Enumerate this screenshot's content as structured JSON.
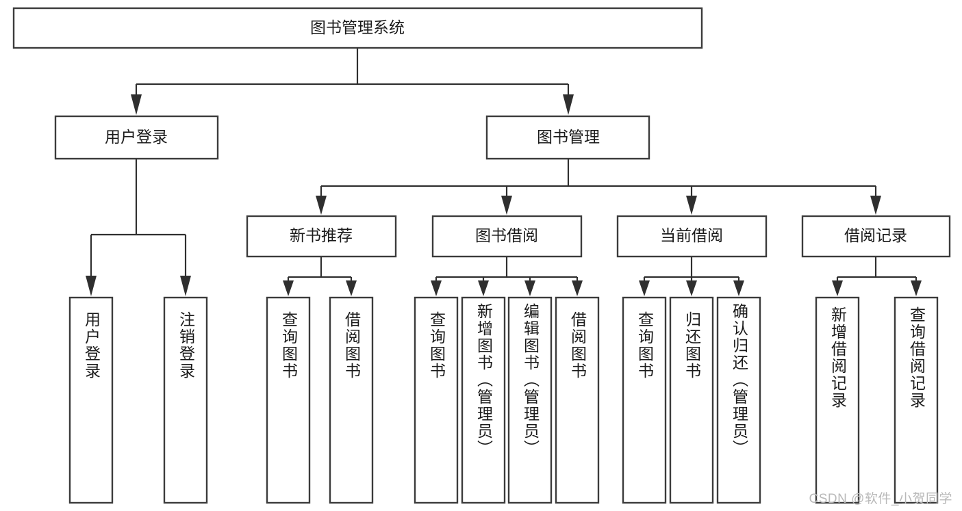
{
  "diagram": {
    "type": "tree-hierarchy",
    "root": {
      "label": "图书管理系统"
    },
    "level2": [
      {
        "label": "用户登录"
      },
      {
        "label": "图书管理"
      }
    ],
    "level3": [
      {
        "label": "新书推荐"
      },
      {
        "label": "图书借阅"
      },
      {
        "label": "当前借阅"
      },
      {
        "label": "借阅记录"
      }
    ],
    "leaves": {
      "user_login": [
        {
          "label": "用户登录"
        },
        {
          "label": "注销登录"
        }
      ],
      "new_book_recommend": [
        {
          "label": "查询图书"
        },
        {
          "label": "借阅图书"
        }
      ],
      "book_borrow": [
        {
          "label": "查询图书"
        },
        {
          "label": "新增图书（管理员）"
        },
        {
          "label": "编辑图书（管理员）"
        },
        {
          "label": "借阅图书"
        }
      ],
      "current_borrow": [
        {
          "label": "查询图书"
        },
        {
          "label": "归还图书"
        },
        {
          "label": "确认归还（管理员）"
        }
      ],
      "borrow_record": [
        {
          "label": "新增借阅记录"
        },
        {
          "label": "查询借阅记录"
        }
      ]
    }
  },
  "watermark": {
    "text": "CSDN @软件_小贺同学"
  },
  "colors": {
    "box_stroke": "#3b3b3b",
    "connector": "#2f2f2f",
    "text": "#1b1b1b",
    "background": "#ffffff",
    "watermark": "#b9b9b9"
  }
}
